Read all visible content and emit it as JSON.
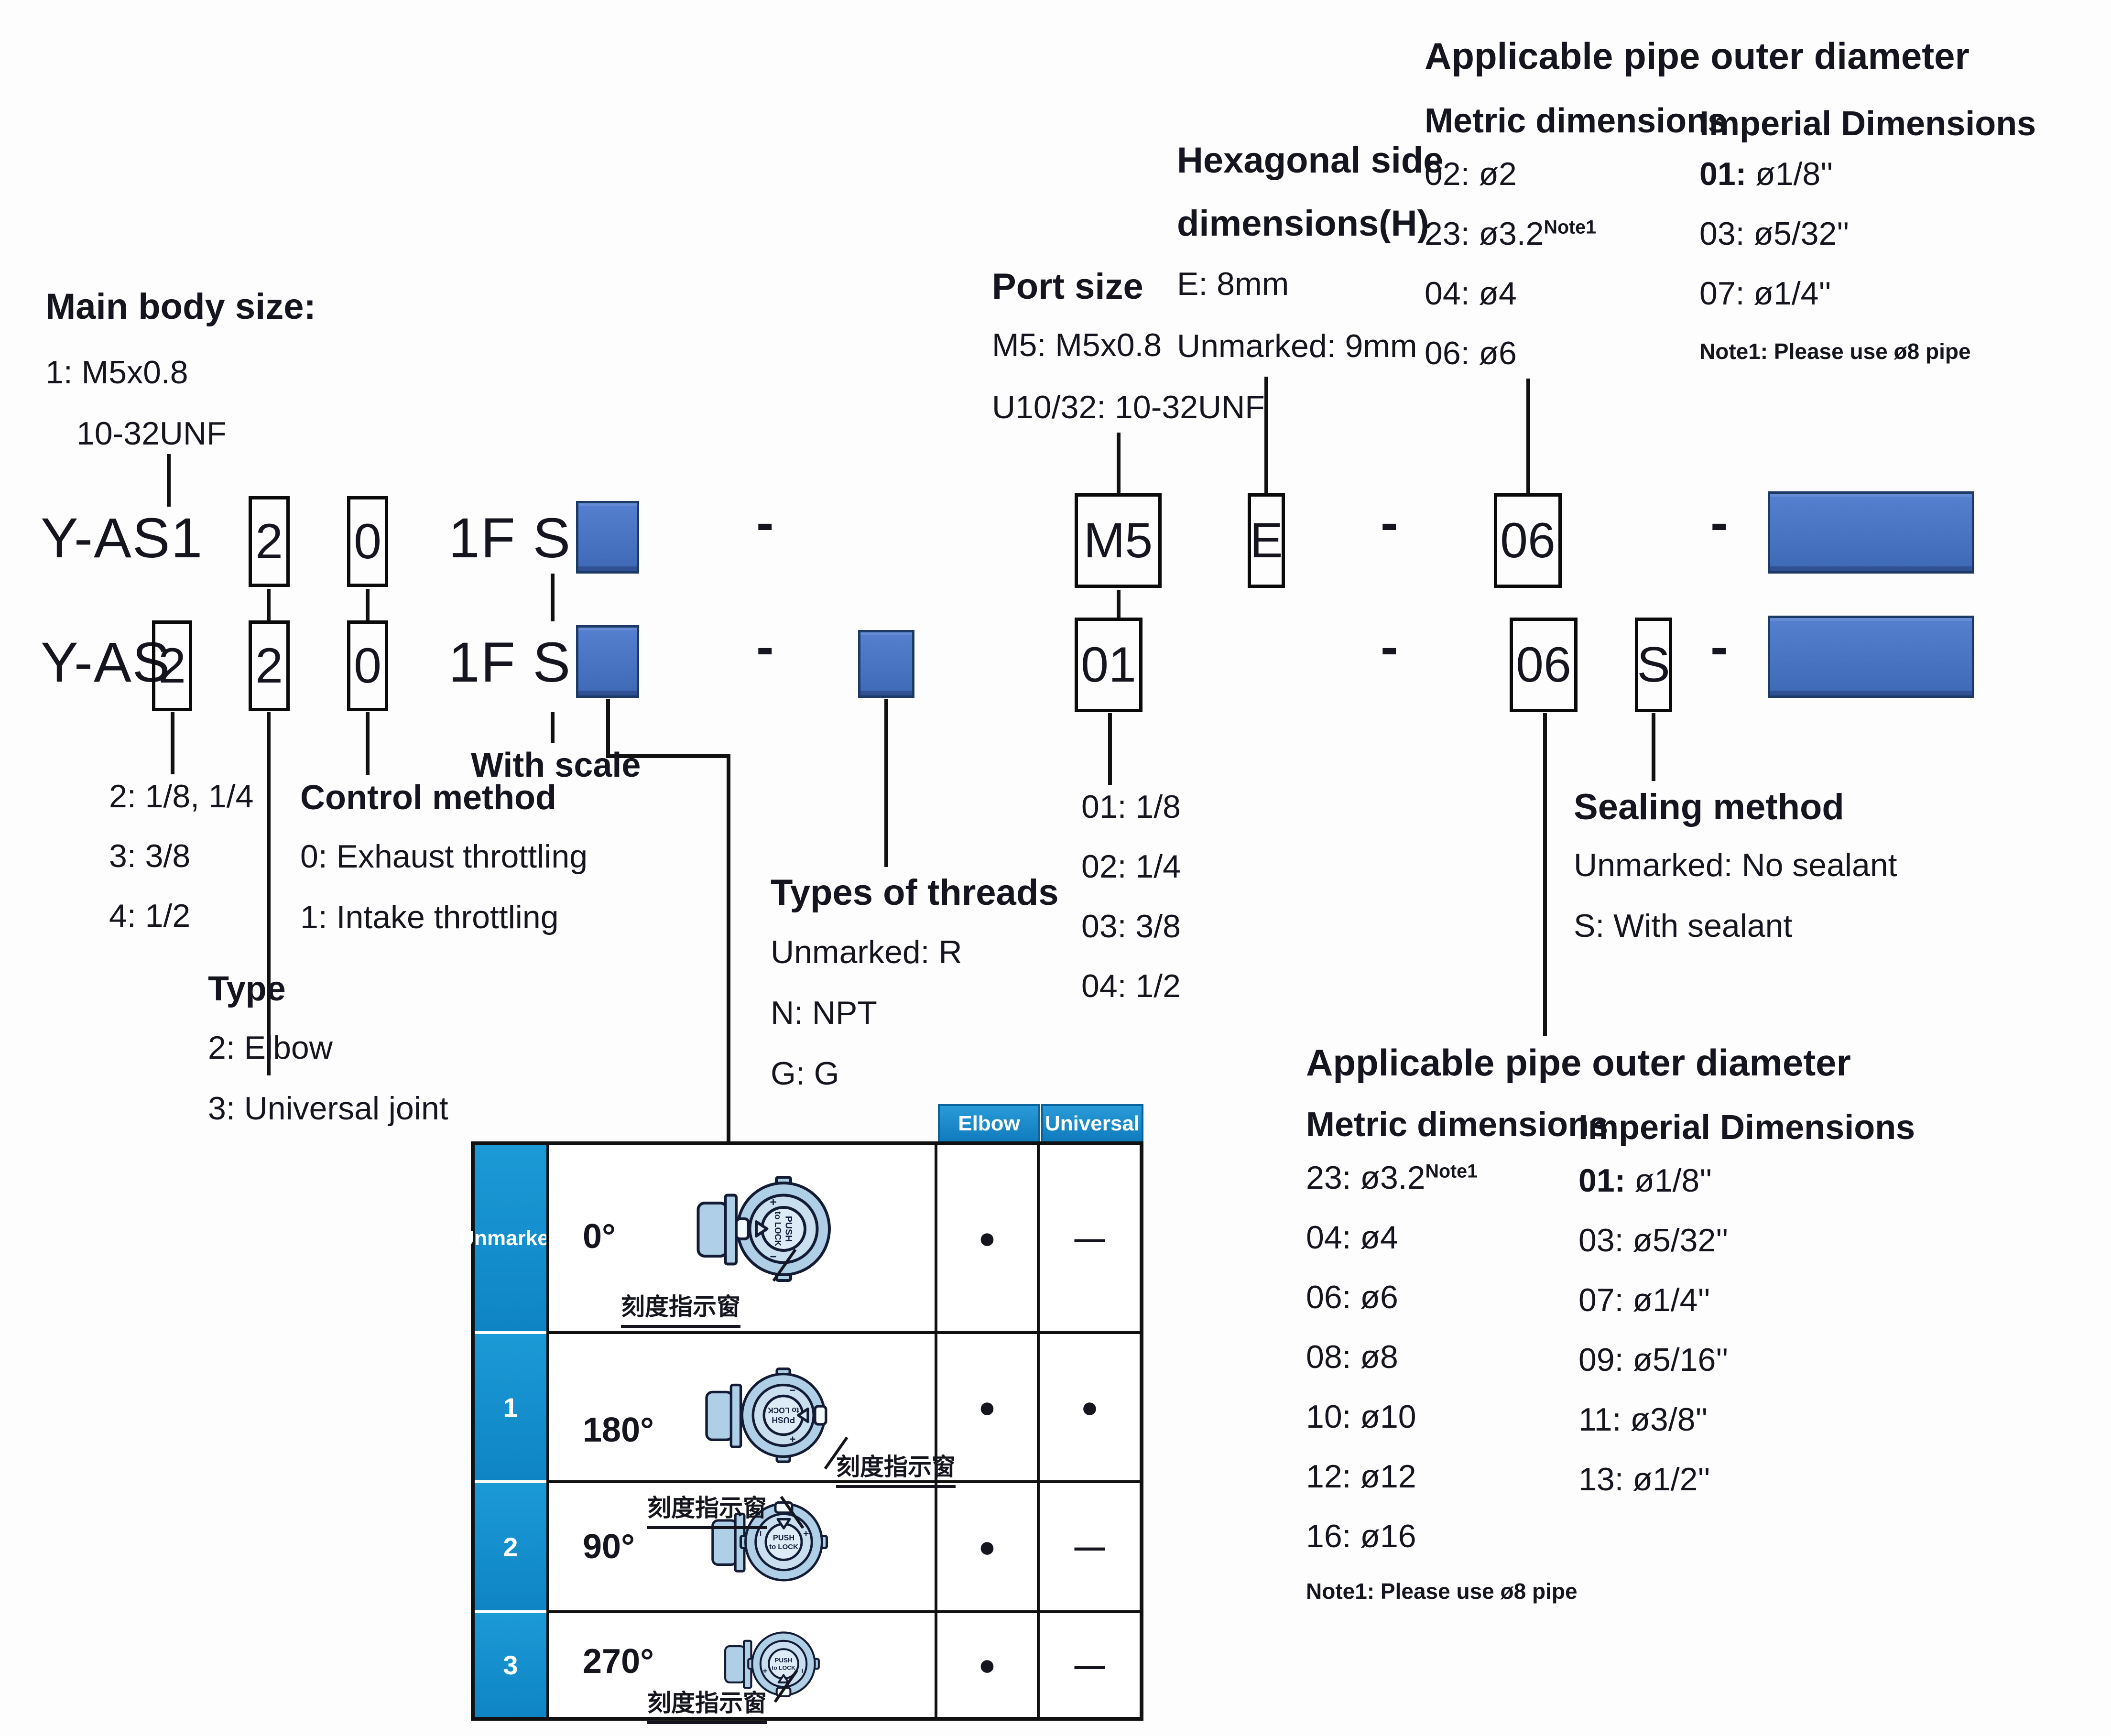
{
  "dash": "-",
  "colors": {
    "accent_blue": "#4472c4",
    "table_blue": "#1287c8",
    "ink": "#15151f",
    "knob_fill": "#aecfe6"
  },
  "main_body": {
    "title": "Main body size:",
    "item1": "1: M5x0.8",
    "item2": "10-32UNF"
  },
  "code_row1": {
    "prefix": "Y-AS1",
    "size_box": "2",
    "control_box": "0",
    "mid": "1F S",
    "port_box": "M5",
    "hex_box": "E",
    "pipe_box": "06"
  },
  "code_row2": {
    "prefix": "Y-AS",
    "type_box": "2",
    "size_box": "2",
    "control_box": "0",
    "mid": "1F S",
    "port_box": "01",
    "pipe_box": "06",
    "seal_box": "S"
  },
  "with_scale": "With scale",
  "body_sizes": {
    "items": [
      "2: 1/8, 1/4",
      "3: 3/8",
      "4: 1/2"
    ]
  },
  "control_method": {
    "title": "Control method",
    "items": [
      "0: Exhaust throttling",
      "1: Intake throttling"
    ]
  },
  "type_block": {
    "title": "Type",
    "items": [
      "2: Elbow",
      "3: Universal joint"
    ]
  },
  "threads": {
    "title": "Types of threads",
    "items": [
      "Unmarked: R",
      "N: NPT",
      "G: G"
    ]
  },
  "port_size": {
    "title": "Port size",
    "items": [
      "M5: M5x0.8",
      "U10/32: 10-32UNF"
    ]
  },
  "hex": {
    "title1": "Hexagonal side",
    "title2": "dimensions(H)",
    "items": [
      "E: 8mm",
      "Unmarked: 9mm"
    ]
  },
  "port_list": {
    "items": [
      "01: 1/8",
      "02: 1/4",
      "03: 3/8",
      "04: 1/2"
    ]
  },
  "sealing": {
    "title": "Sealing method",
    "items": [
      "Unmarked: No sealant",
      "S: With sealant"
    ]
  },
  "pipe_top": {
    "title": "Applicable pipe outer diameter",
    "metric_header": "Metric dimensions",
    "imperial_header": "Imperial Dimensions",
    "metric": [
      {
        "label": "02:",
        "value": "ø2"
      },
      {
        "label": "23:",
        "value": "ø3.2",
        "sup": "Note1"
      },
      {
        "label": "04:",
        "value": "ø4"
      },
      {
        "label": "06:",
        "value": "ø6"
      }
    ],
    "imperial": [
      {
        "label": "01:",
        "value": "ø1/8''",
        "bold": true
      },
      {
        "label": "03:",
        "value": "ø5/32''"
      },
      {
        "label": "07:",
        "value": "ø1/4''"
      }
    ],
    "note": "Note1: Please use ø8 pipe"
  },
  "pipe_bottom": {
    "title": "Applicable pipe outer diameter",
    "metric_header": "Metric dimensions",
    "imperial_header": "Imperial Dimensions",
    "metric": [
      {
        "label": "23:",
        "value": "ø3.2",
        "sup": "Note1"
      },
      {
        "label": "04:",
        "value": "ø4"
      },
      {
        "label": "06:",
        "value": "ø6"
      },
      {
        "label": "08:",
        "value": "ø8"
      },
      {
        "label": "10:",
        "value": "ø10"
      },
      {
        "label": "12:",
        "value": "ø12"
      },
      {
        "label": "16:",
        "value": "ø16"
      }
    ],
    "imperial": [
      {
        "label": "01:",
        "value": "ø1/8''",
        "bold": true
      },
      {
        "label": "03:",
        "value": "ø5/32''"
      },
      {
        "label": "07:",
        "value": "ø1/4''"
      },
      {
        "label": "09:",
        "value": "ø5/16''"
      },
      {
        "label": "11:",
        "value": "ø3/8''"
      },
      {
        "label": "13:",
        "value": "ø1/2''"
      }
    ],
    "note": "Note1: Please use ø8 pipe"
  },
  "table": {
    "headers": [
      "Elbow",
      "Universal"
    ],
    "knob_text1": "PUSH",
    "knob_text2": "to LOCK",
    "indicator_label": "刻度指示窗",
    "rows": [
      {
        "code": "Unmarked",
        "angle": "0°",
        "elbow": "●",
        "universal": "—"
      },
      {
        "code": "1",
        "angle": "180°",
        "elbow": "●",
        "universal": "●"
      },
      {
        "code": "2",
        "angle": "90°",
        "elbow": "●",
        "universal": "—"
      },
      {
        "code": "3",
        "angle": "270°",
        "elbow": "●",
        "universal": "—"
      }
    ]
  }
}
